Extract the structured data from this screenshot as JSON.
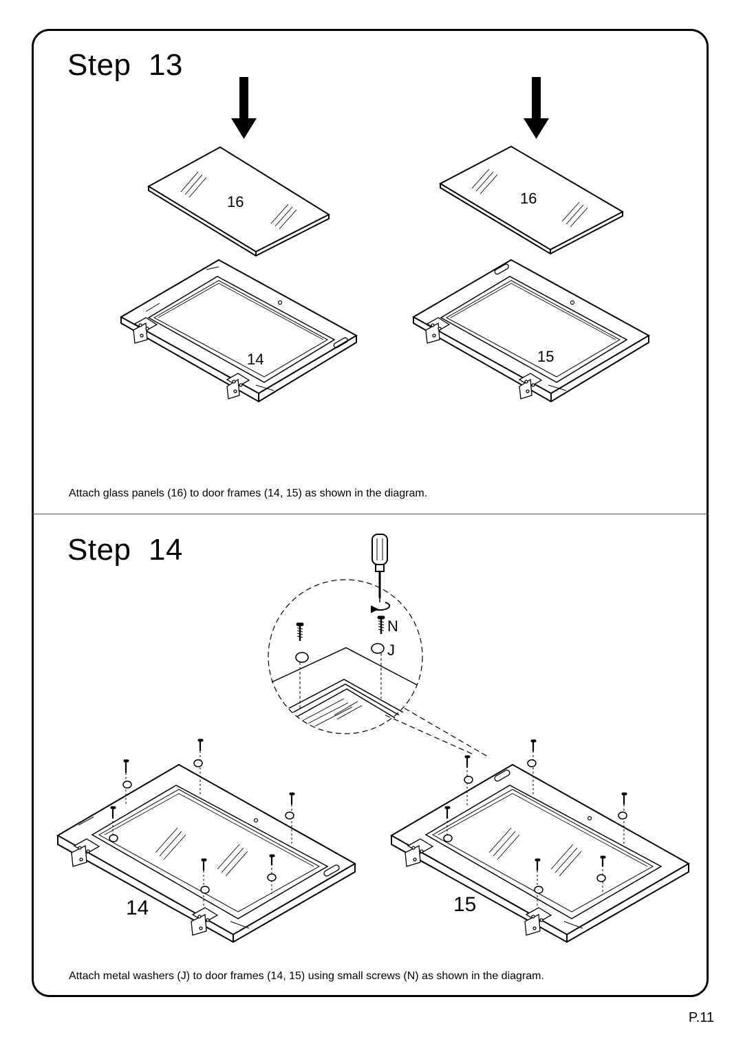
{
  "step13": {
    "title": "Step  13",
    "labels": {
      "glass_left": "16",
      "glass_right": "16",
      "frame_left": "14",
      "frame_right": "15"
    },
    "caption": "Attach glass panels (16) to door frames (14, 15) as shown in the diagram."
  },
  "step14": {
    "title": "Step  14",
    "labels": {
      "screw": "N",
      "washer": "J",
      "frame_left": "14",
      "frame_right": "15"
    },
    "caption": "Attach metal washers (J) to door frames (14, 15) using small screws (N) as shown in the diagram."
  },
  "page_number": "P.11"
}
